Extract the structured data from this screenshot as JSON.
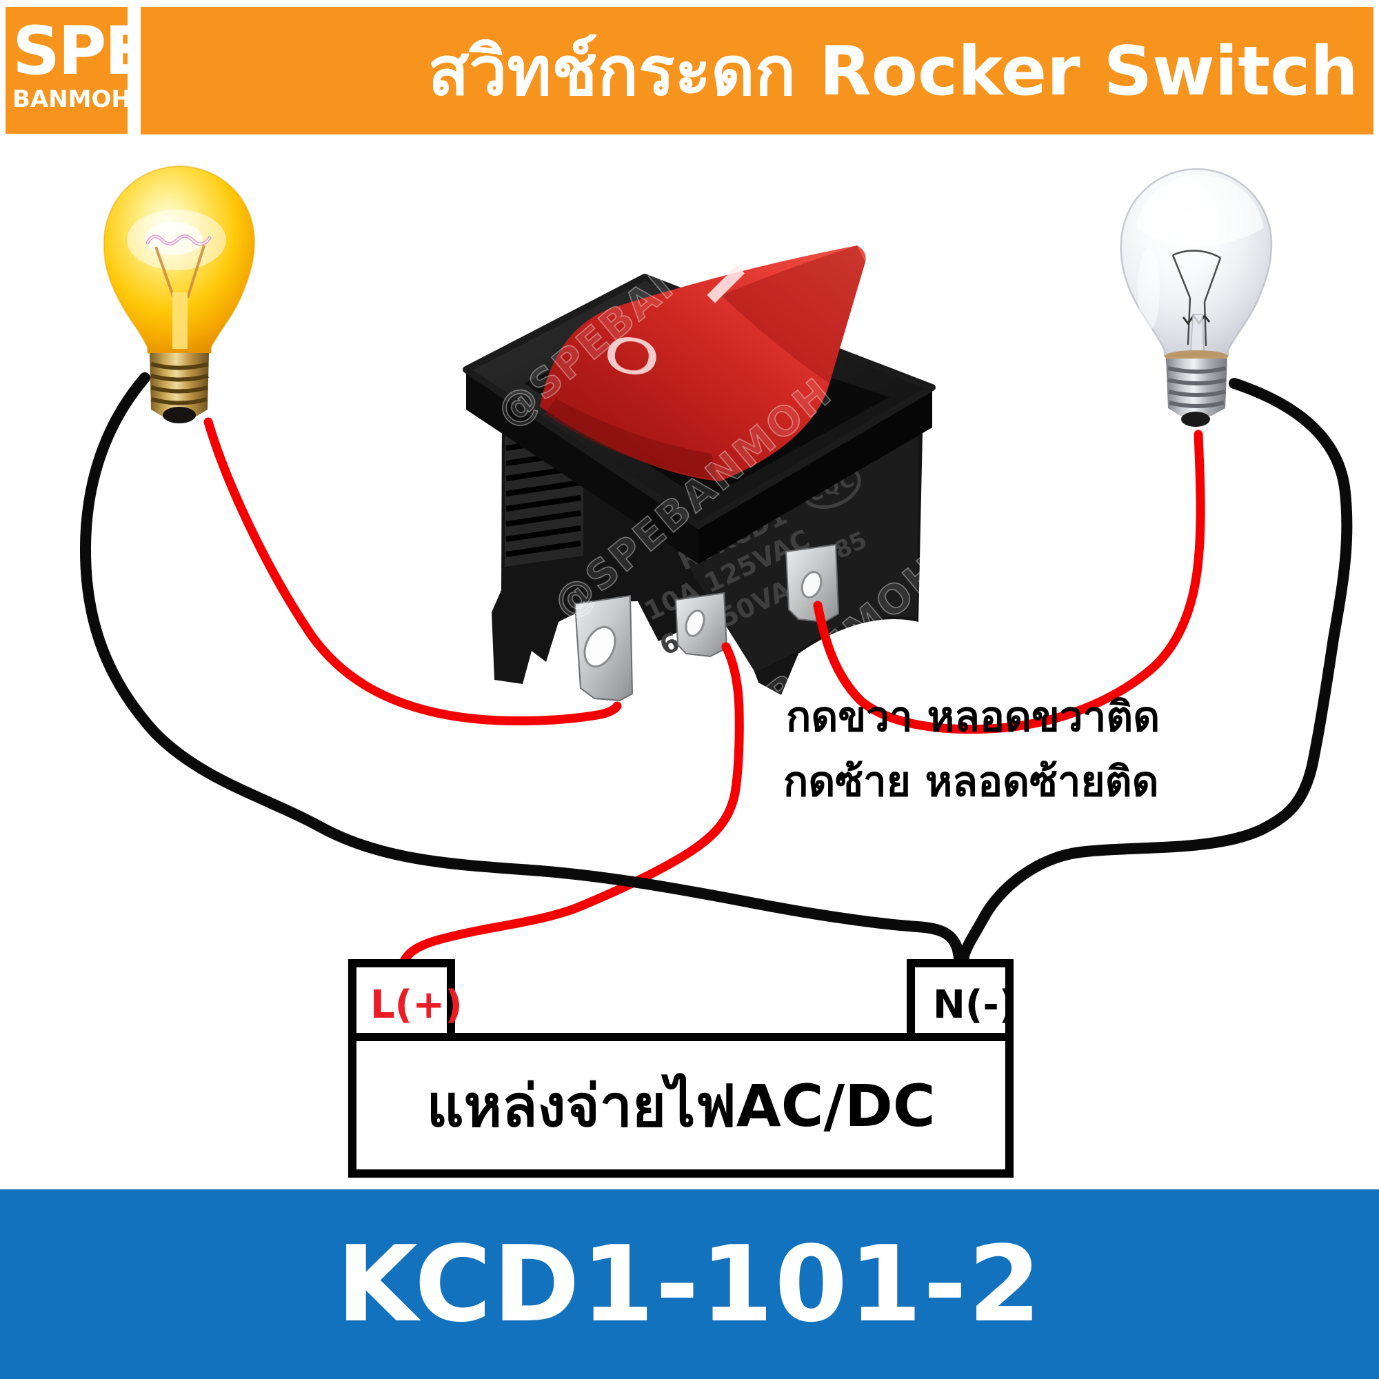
{
  "brand": {
    "line1": "SPE",
    "line2": "BANMOH"
  },
  "header": {
    "title": "สวิทช์กระดก Rocker Switch",
    "bg_color": "#F7941D",
    "text_color": "#ffffff"
  },
  "footer": {
    "model": "KCD1-101-2",
    "bg_color": "#1272BD",
    "text_color": "#ffffff"
  },
  "instructions": {
    "line1": "กดขวา หลอดขวาติด",
    "line2": "กดซ้าย หลอดซ้ายติด"
  },
  "power_supply": {
    "label": "แหล่งจ่ายไฟAC/DC",
    "left_terminal": "L(+)",
    "right_terminal": "N(-)",
    "left_terminal_color": "#ED1C24"
  },
  "switch": {
    "model_marking": "RYKCD1",
    "rating_line1": "10A 125VAC",
    "rating_line2": "6A 250VAC",
    "rating_line3": "T85",
    "cert_mark": "CQC",
    "off_mark": "O",
    "on_mark": "I",
    "rocker_color": "#C52823",
    "watermark": "@SPEBANMOH"
  },
  "diagram": {
    "left_bulb_state": "lit",
    "right_bulb_state": "off",
    "live_wire_color": "#F50000",
    "neutral_wire_color": "#0A0A0A"
  }
}
